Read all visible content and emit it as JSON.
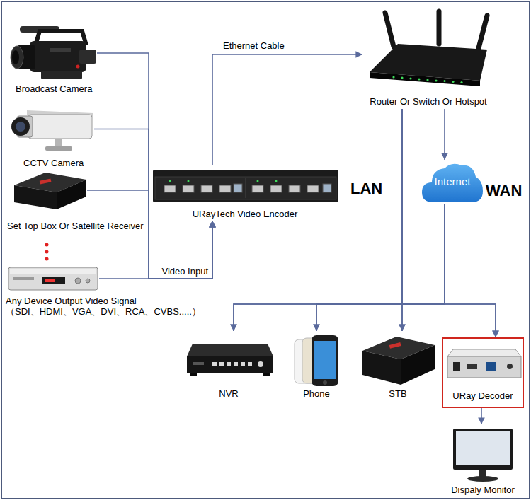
{
  "diagram": {
    "nodes": [
      {
        "text": [
          "Broadcast Camera"
        ]
      },
      {
        "text": [
          "CCTV Camera"
        ]
      },
      {
        "text": [
          "Set Top Box Or Satellite Receiver"
        ]
      },
      {
        "text": [
          "Any Device Output Video Signal",
          "（SDI、HDMI、VGA、DVI、RCA、CVBS.....）"
        ]
      },
      {
        "text": [
          "URayTech Video Encoder"
        ]
      },
      {
        "text": [
          "Router Or Switch Or Hotspot"
        ]
      },
      {
        "text": [
          "Internet"
        ]
      },
      {
        "text": [
          "NVR"
        ]
      },
      {
        "text": [
          "Phone"
        ]
      },
      {
        "text": [
          "STB"
        ]
      },
      {
        "text": [
          "URay Decoder"
        ]
      },
      {
        "text": [
          "Dispaly Monitor"
        ]
      }
    ],
    "edges": [
      {
        "from": 0,
        "to": 4,
        "arrow": "to"
      },
      {
        "from": 1,
        "to": 4,
        "arrow": "to"
      },
      {
        "from": 2,
        "to": 4,
        "arrow": "to"
      },
      {
        "from": 3,
        "to": 4,
        "label": "Video Input",
        "arrow": "to"
      },
      {
        "from": 4,
        "to": 5,
        "label": "Ethernet Cable",
        "arrow": "to"
      },
      {
        "from": 5,
        "to": 6,
        "arrow": "to"
      },
      {
        "from": 5,
        "to": 7,
        "arrow": "to"
      },
      {
        "from": 5,
        "to": 8,
        "arrow": "to"
      },
      {
        "from": 5,
        "to": 9,
        "arrow": "to"
      },
      {
        "from": 5,
        "to": 10,
        "arrow": "to"
      },
      {
        "from": 6,
        "to": 7,
        "arrow": "to"
      },
      {
        "from": 6,
        "to": 8,
        "arrow": "to"
      },
      {
        "from": 6,
        "to": 9,
        "arrow": "to"
      },
      {
        "from": 6,
        "to": 10,
        "arrow": "to"
      },
      {
        "from": 10,
        "to": 11,
        "arrow": "to"
      }
    ],
    "labels": [
      "LAN",
      "WAN"
    ]
  }
}
